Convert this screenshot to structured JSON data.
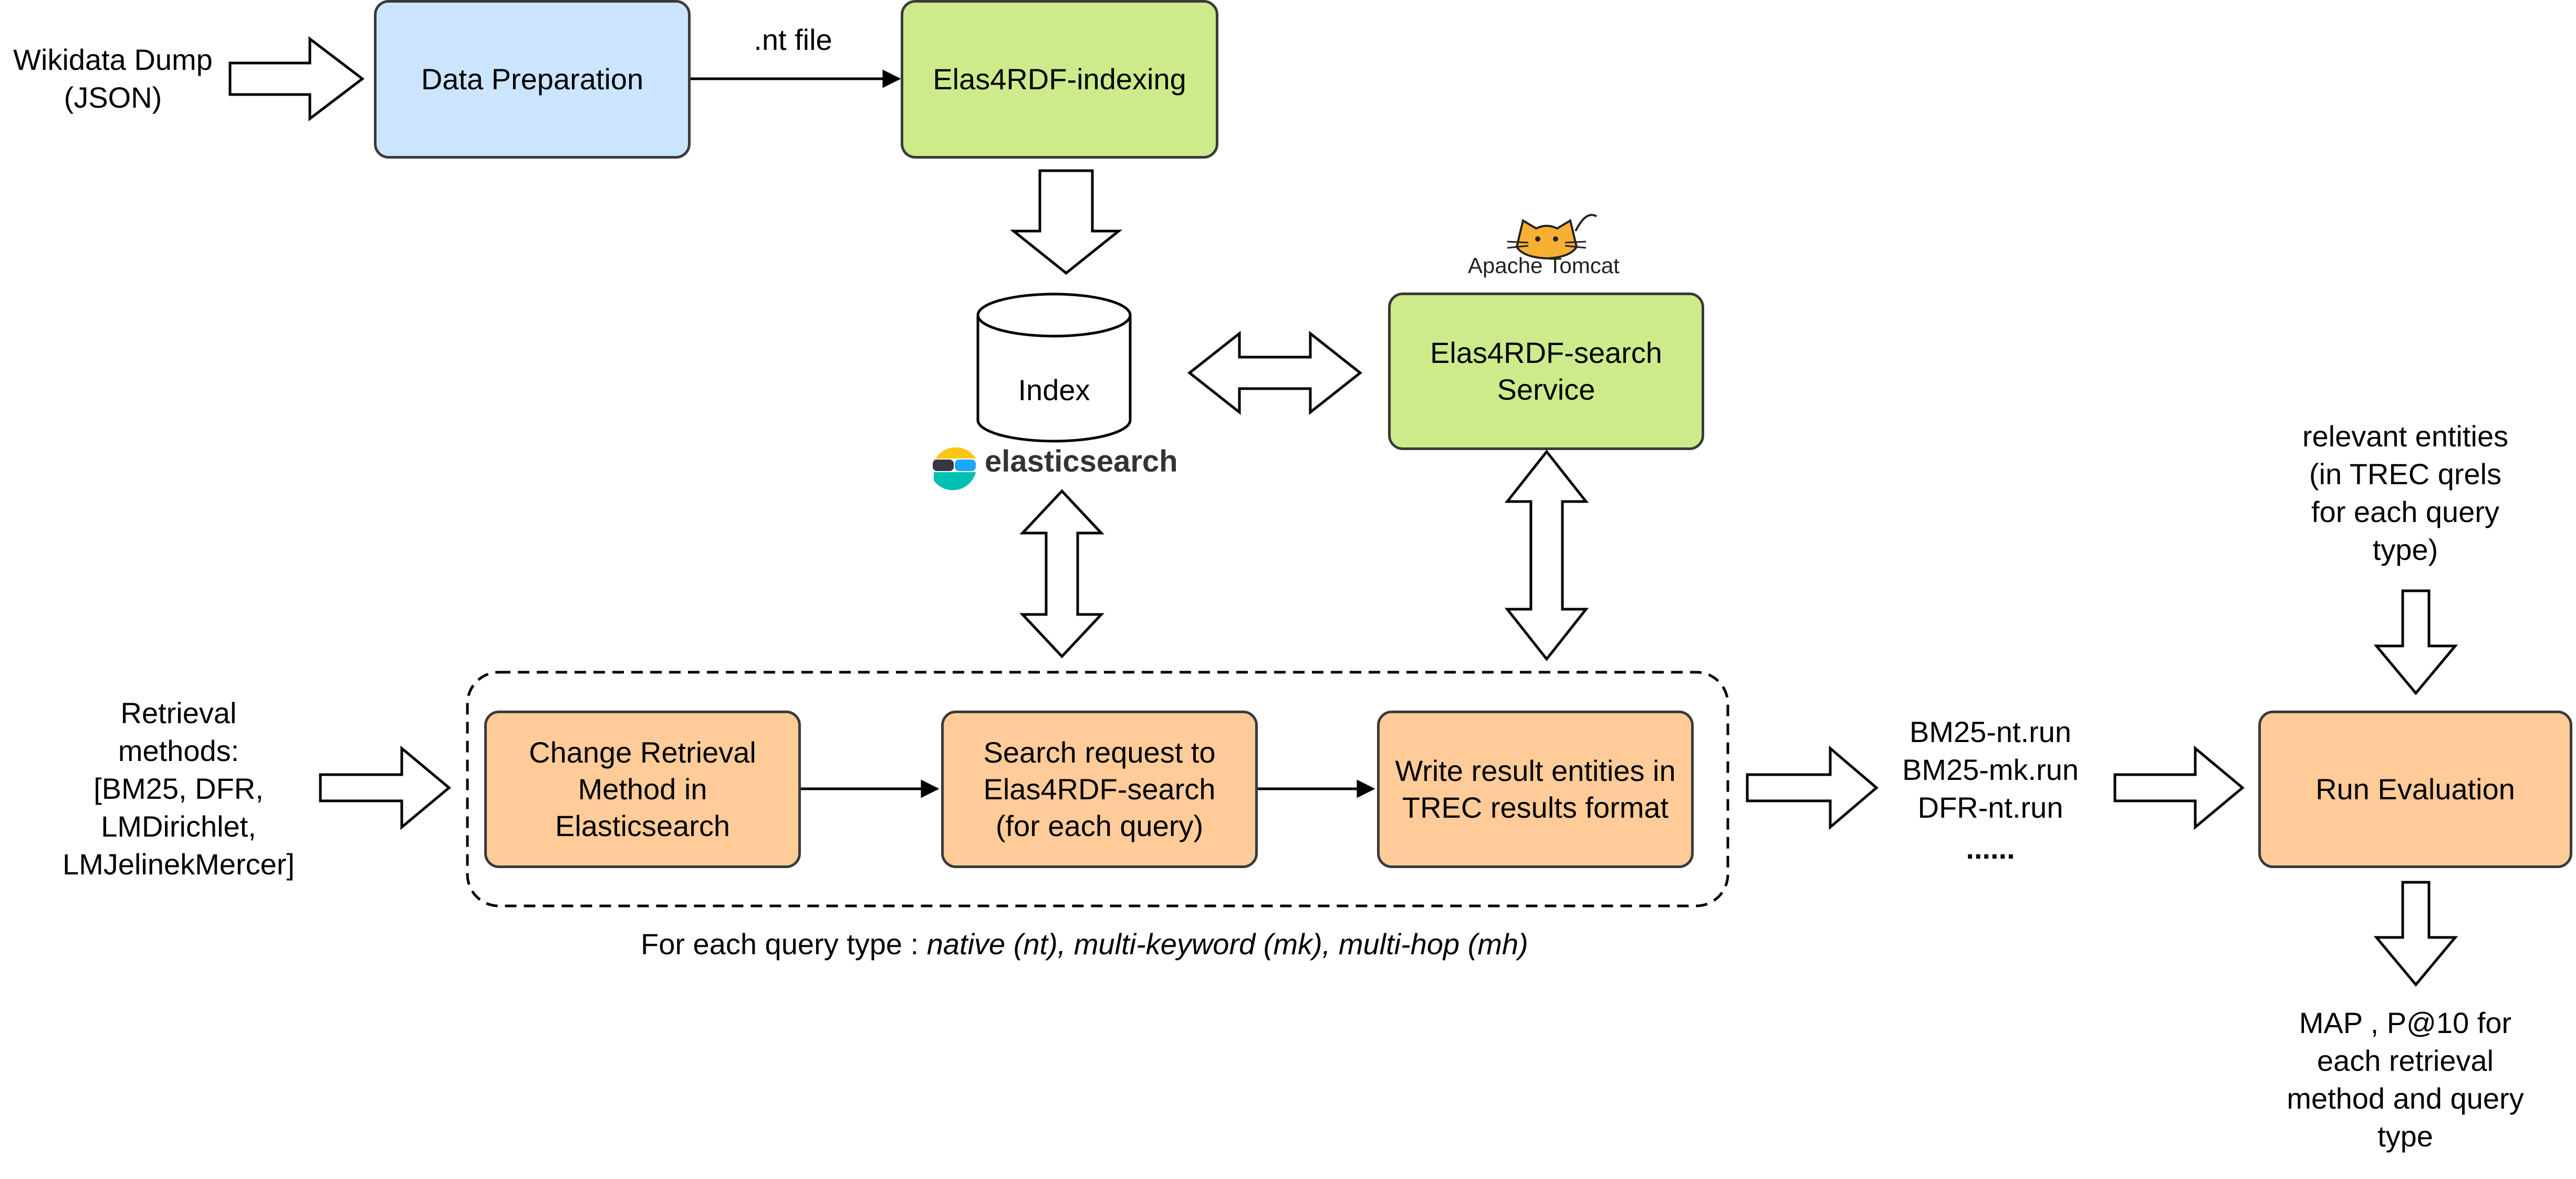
{
  "inputs": {
    "wikidata": "Wikidata Dump\n(JSON)",
    "retrieval_methods": "Retrieval\nmethods:\n[BM25, DFR,\nLMDirichlet,\nLMJelinekMercer]",
    "relevant_entities": "relevant entities\n(in TREC qrels\nfor each query\ntype)"
  },
  "boxes": {
    "data_preparation": "Data Preparation",
    "indexing": "Elas4RDF-indexing",
    "search_service": "Elas4RDF-search\nService",
    "change_method": "Change Retrieval\nMethod in\nElasticsearch",
    "search_request": "Search request to\nElas4RDF-search\n(for each query)",
    "write_results": "Write result entities in\nTREC results format",
    "run_evaluation": "Run Evaluation"
  },
  "edge_labels": {
    "nt_file": ".nt file"
  },
  "database": {
    "label": "Index"
  },
  "logos": {
    "elasticsearch": "elasticsearch",
    "tomcat": "Apache Tomcat"
  },
  "runs": {
    "lines": "BM25-nt.run\nBM25-mk.run\nDFR-nt.run",
    "ellipsis": "......"
  },
  "outputs": {
    "metrics": "MAP , P@10 for\neach retrieval\nmethod and query\ntype"
  },
  "caption": {
    "prefix": "For each query type : ",
    "types": "native (nt), multi-keyword (mk), multi-hop (mh)"
  },
  "colors": {
    "blue": "#cce5ff",
    "green": "#cdeb8b",
    "orange": "#ffcc99",
    "stroke": "#3a3a3a",
    "es_yellow": "#fec514",
    "es_teal": "#00bfb3",
    "es_dark": "#343741"
  }
}
